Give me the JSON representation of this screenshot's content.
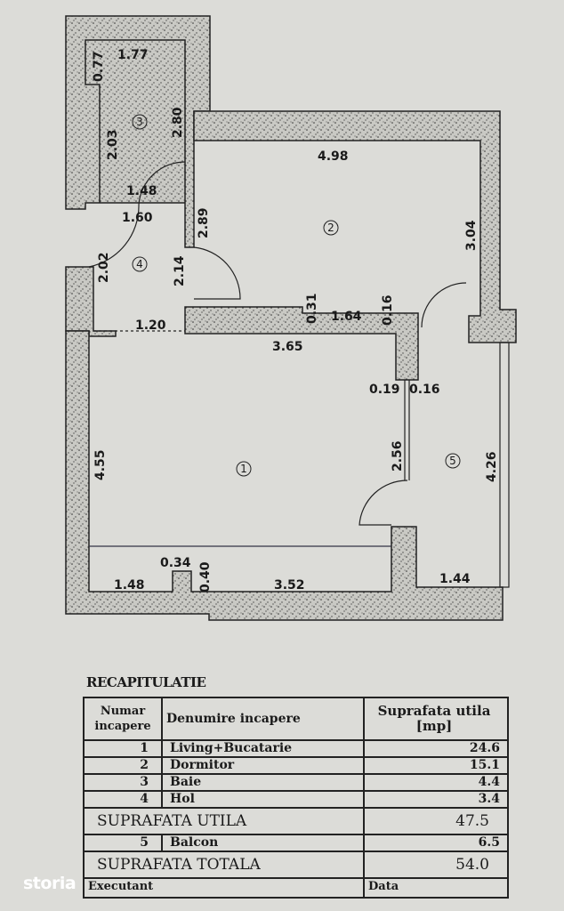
{
  "rooms": {
    "r1": "1",
    "r2": "2",
    "r3": "3",
    "r4": "4",
    "r5": "5"
  },
  "dimensions": {
    "d177": "1.77",
    "d077": "0.77",
    "d203": "2.03",
    "d280": "2.80",
    "d148a": "1.48",
    "d160": "1.60",
    "d202": "2.02",
    "d214": "2.14",
    "d289": "2.89",
    "d498": "4.98",
    "d304": "3.04",
    "d120": "1.20",
    "d031": "0.31",
    "d164": "1.64",
    "d016a": "0.16",
    "d365": "3.65",
    "d019": "0.19",
    "d016b": "0.16",
    "d256": "2.56",
    "d455": "4.55",
    "d426": "4.26",
    "d034": "0.34",
    "d040": "0.40",
    "d148b": "1.48",
    "d352": "3.52",
    "d144": "1.44"
  },
  "recap": {
    "title": "RECAPITULATIE",
    "headers": {
      "num": "Numar incapere",
      "name": "Denumire incapere",
      "area": "Suprafata utila [mp]"
    },
    "rows": [
      {
        "num": "1",
        "name": "Living+Bucatarie",
        "area": "24.6"
      },
      {
        "num": "2",
        "name": "Dormitor",
        "area": "15.1"
      },
      {
        "num": "3",
        "name": "Baie",
        "area": "4.4"
      },
      {
        "num": "4",
        "name": "Hol",
        "area": "3.4"
      }
    ],
    "useful_label": "SUPRAFATA UTILA",
    "useful_value": "47.5",
    "balcony": {
      "num": "5",
      "name": "Balcon",
      "area": "6.5"
    },
    "total_label": "SUPRAFATA TOTALA",
    "total_value": "54.0",
    "footer": {
      "left": "Executant",
      "right": "Data"
    }
  },
  "watermark": "storia",
  "colors": {
    "paper": "#dcdcd8",
    "wall": "#bdbdb8",
    "ink": "#1a1a1a"
  }
}
